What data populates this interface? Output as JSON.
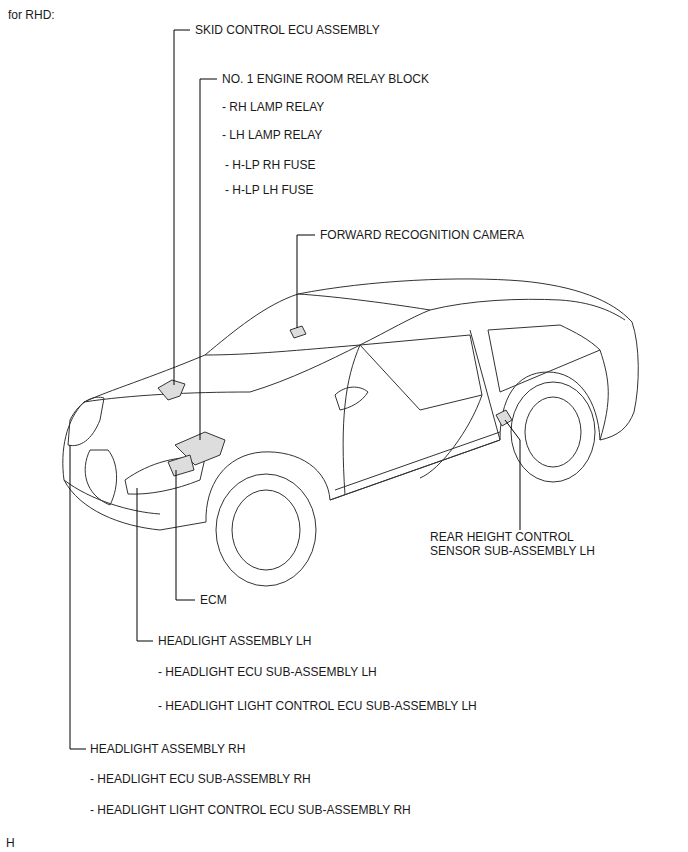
{
  "diagram": {
    "title": "for RHD:",
    "labels": [
      "SKID CONTROL ECU ASSEMBLY",
      "NO. 1 ENGINE ROOM RELAY BLOCK",
      "- RH LAMP RELAY",
      "- LH LAMP RELAY",
      "- H-LP RH FUSE",
      "- H-LP LH FUSE",
      "FORWARD RECOGNITION CAMERA",
      "REAR HEIGHT CONTROL SENSOR SUB-ASSEMBLY LH",
      "ECM",
      "HEADLIGHT ASSEMBLY LH",
      "- HEADLIGHT ECU SUB-ASSEMBLY LH",
      "- HEADLIGHT LIGHT CONTROL ECU SUB-ASSEMBLY LH",
      "HEADLIGHT ASSEMBLY RH",
      "- HEADLIGHT ECU SUB-ASSEMBLY RH",
      "- HEADLIGHT LIGHT CONTROL ECU SUB-ASSEMBLY RH",
      "H"
    ]
  }
}
